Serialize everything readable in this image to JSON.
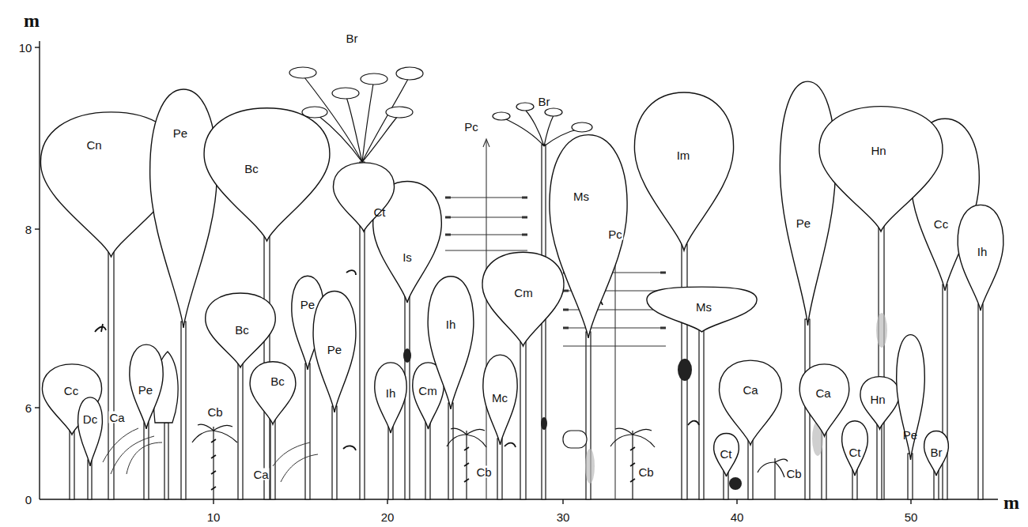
{
  "diagram": {
    "nodes": [
      {
        "text": [
          "Cc"
        ]
      },
      {
        "text": [
          "Dc"
        ]
      },
      {
        "text": [
          "Cn"
        ]
      },
      {
        "text": [
          "Pe"
        ]
      },
      {
        "text": [
          "Pe"
        ]
      },
      {
        "text": [
          "Bc"
        ]
      },
      {
        "text": [
          "Bc"
        ]
      },
      {
        "text": [
          "Bc"
        ]
      },
      {
        "text": [
          "Pe"
        ]
      },
      {
        "text": [
          "Pe"
        ]
      },
      {
        "text": [
          "Ct"
        ]
      },
      {
        "text": [
          "Is"
        ]
      },
      {
        "text": [
          "Ih"
        ]
      },
      {
        "text": [
          "Cm"
        ]
      },
      {
        "text": [
          "Ih"
        ]
      },
      {
        "text": [
          "Cm"
        ]
      },
      {
        "text": [
          "Mc"
        ]
      },
      {
        "text": [
          "Ms"
        ]
      },
      {
        "text": [
          "Im"
        ]
      },
      {
        "text": [
          "Ms"
        ]
      },
      {
        "text": [
          "Ct"
        ]
      },
      {
        "text": [
          "Ca"
        ]
      },
      {
        "text": [
          "Pe"
        ]
      },
      {
        "text": [
          "Ca"
        ]
      },
      {
        "text": [
          "Hn"
        ]
      },
      {
        "text": [
          "Ct"
        ]
      },
      {
        "text": [
          "Hn"
        ]
      },
      {
        "text": [
          "Pe"
        ]
      },
      {
        "text": [
          "Cc"
        ]
      },
      {
        "text": [
          "Br"
        ]
      },
      {
        "text": [
          "Ih"
        ]
      }
    ],
    "labels": [
      "m",
      "10",
      "8",
      "6",
      "0",
      "10",
      "20",
      "30",
      "40",
      "50",
      "m",
      "Br",
      "Br",
      "Pc",
      "Pc",
      "Ca",
      "Ca",
      "Cb",
      "Cb",
      "Cb",
      "Cb"
    ]
  }
}
